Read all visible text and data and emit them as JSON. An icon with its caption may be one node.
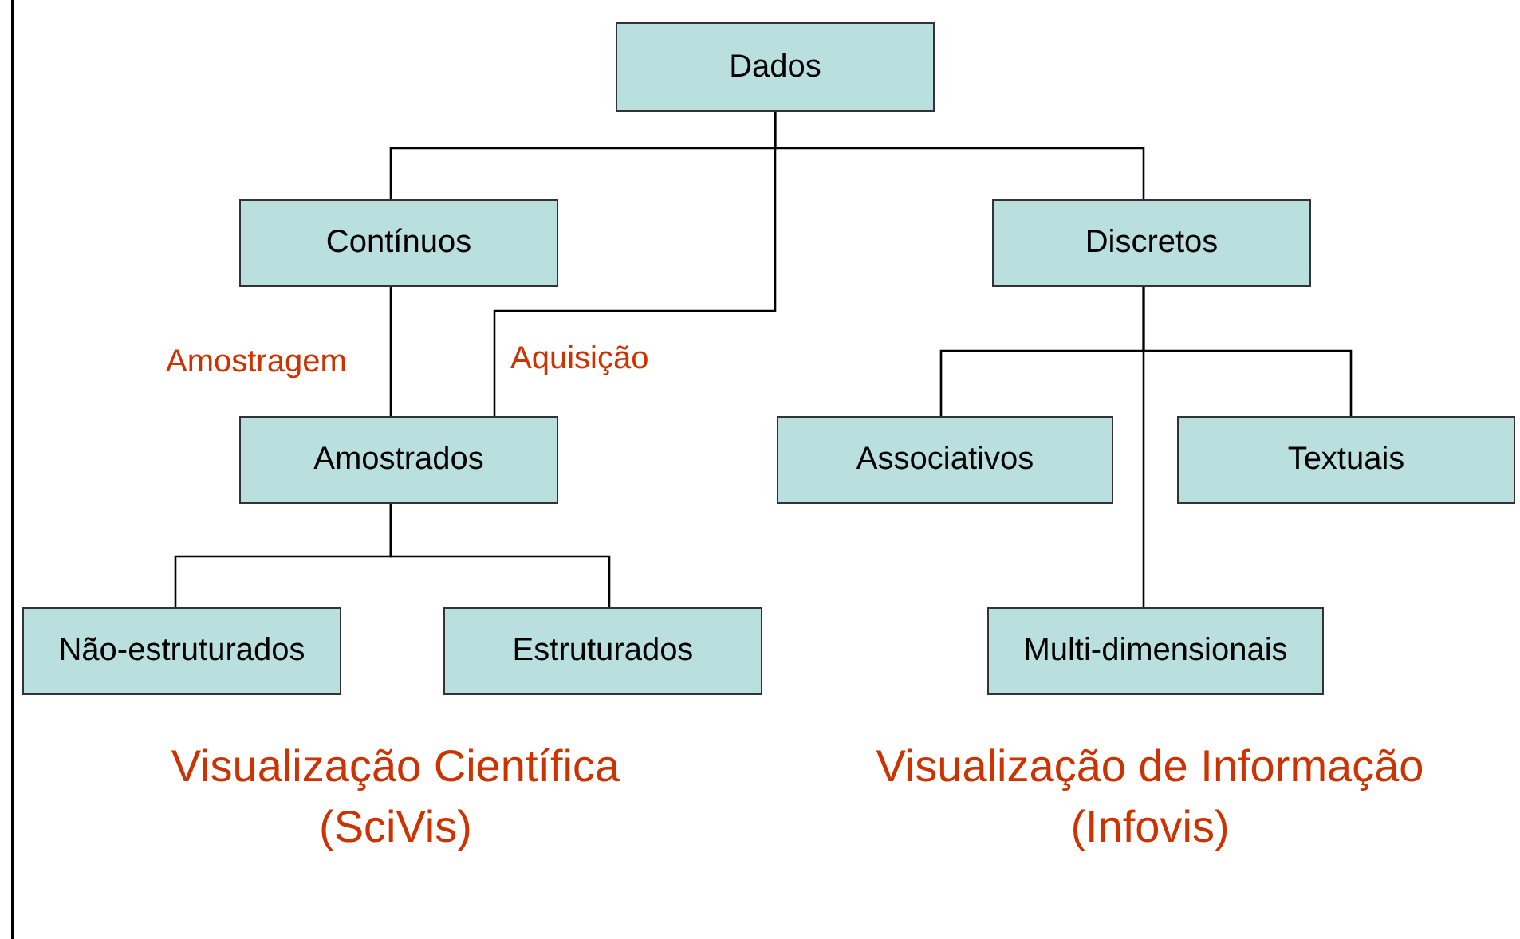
{
  "diagram": {
    "nodes": [
      {
        "text": [
          "Dados"
        ]
      },
      {
        "text": [
          "Contínuos"
        ]
      },
      {
        "text": [
          "Discretos"
        ]
      },
      {
        "text": [
          "Amostrados"
        ]
      },
      {
        "text": [
          "Associativos"
        ]
      },
      {
        "text": [
          "Textuais"
        ]
      },
      {
        "text": [
          "Não-estruturados"
        ]
      },
      {
        "text": [
          "Estruturados"
        ]
      },
      {
        "text": [
          "Multi-dimensionais"
        ]
      }
    ],
    "edges": [
      {
        "from": 0,
        "to": 1,
        "arrow": "none"
      },
      {
        "from": 0,
        "to": 2,
        "arrow": "none"
      },
      {
        "from": 0,
        "to": 3,
        "arrow": "none",
        "label": "Aquisição"
      },
      {
        "from": 1,
        "to": 3,
        "arrow": "none",
        "label": "Amostragem"
      },
      {
        "from": 2,
        "to": 4,
        "arrow": "none"
      },
      {
        "from": 2,
        "to": 5,
        "arrow": "none"
      },
      {
        "from": 2,
        "to": 8,
        "arrow": "none"
      },
      {
        "from": 3,
        "to": 6,
        "arrow": "none"
      },
      {
        "from": 3,
        "to": 7,
        "arrow": "none"
      }
    ],
    "labels": [
      "Visualização Científica (SciVis)",
      "Visualização de Informação (Infovis)"
    ]
  }
}
